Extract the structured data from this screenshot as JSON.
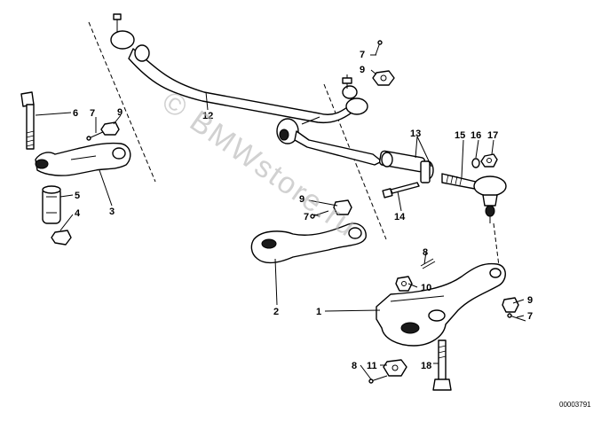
{
  "callouts": [
    "1",
    "2",
    "3",
    "4",
    "5",
    "6",
    "7",
    "8",
    "9",
    "10",
    "11",
    "12",
    "13",
    "14",
    "15",
    "16",
    "17",
    "18"
  ],
  "callout_labels": {
    "p1": "1",
    "p2": "2",
    "p3": "3",
    "p4": "4",
    "p5": "5",
    "p6": "6",
    "p7a": "7",
    "p7b": "7",
    "p7c": "7",
    "p7d": "7",
    "p8a": "8",
    "p8b": "8",
    "p9a": "9",
    "p9b": "9",
    "p9c": "9",
    "p9d": "9",
    "p10": "10",
    "p11": "11",
    "p12": "12",
    "p13": "13",
    "p14": "14",
    "p15": "15",
    "p16": "16",
    "p17": "17",
    "p18": "18"
  },
  "watermark": "© BMWstore.ru",
  "reference_number": "00003791"
}
